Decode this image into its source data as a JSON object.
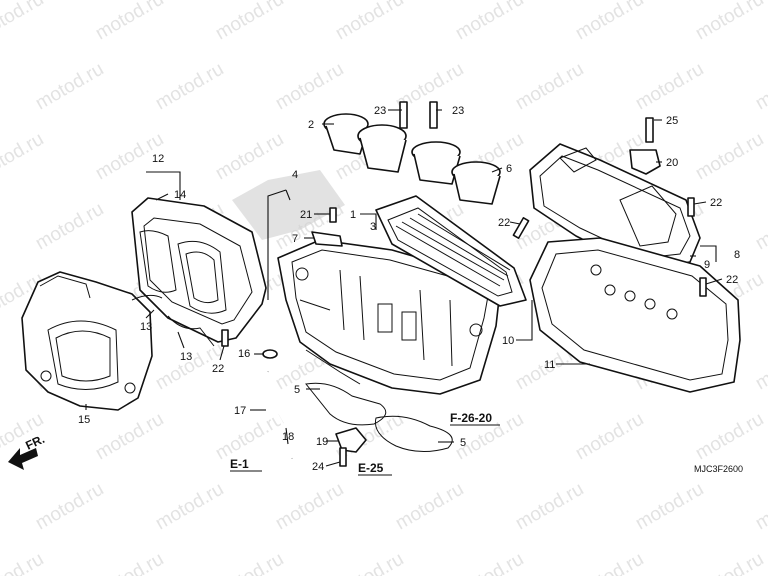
{
  "watermark": "motod.ru",
  "diagram_code": "MJC3F2600",
  "front_label": "FR.",
  "references": [
    "E-1",
    "E-25",
    "F-26-20"
  ],
  "callouts": [
    "2",
    "23",
    "23",
    "25",
    "6",
    "20",
    "12",
    "14",
    "4",
    "1",
    "3",
    "21",
    "7",
    "22",
    "22",
    "8",
    "9",
    "22",
    "13",
    "13",
    "22",
    "16",
    "10",
    "11",
    "5",
    "5",
    "17",
    "18",
    "19",
    "24",
    "15"
  ]
}
